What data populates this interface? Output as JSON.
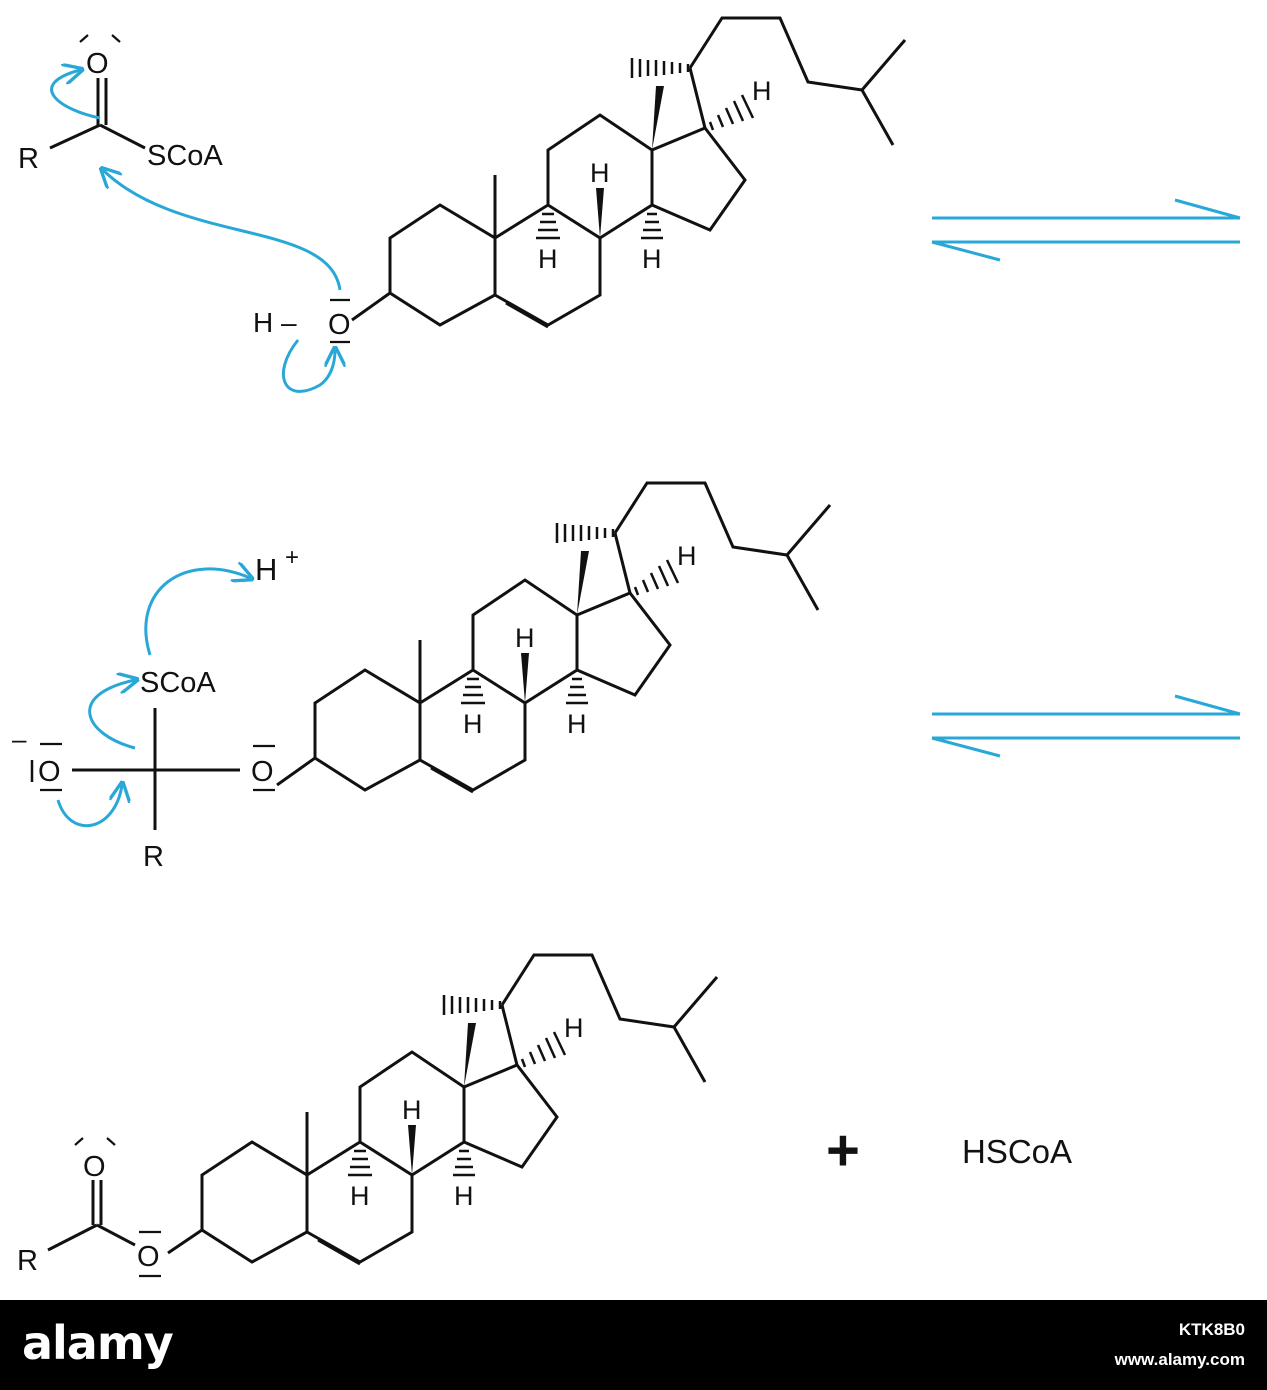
{
  "colors": {
    "bond": "#111111",
    "arrow": "#29a8d8",
    "footer_bg": "#000000",
    "footer_text": "#ffffff"
  },
  "labels": {
    "R": "R",
    "SCoA": "SCoA",
    "O": "O",
    "H": "H",
    "H_minus": "H –",
    "proton": "H",
    "plus_sign": "+",
    "minus_sign": "–",
    "big_plus": "+",
    "HSCoA": "HSCoA"
  },
  "footer": {
    "brand": "alamy",
    "image_id": "KTK8B0",
    "site": "www.alamy.com"
  }
}
